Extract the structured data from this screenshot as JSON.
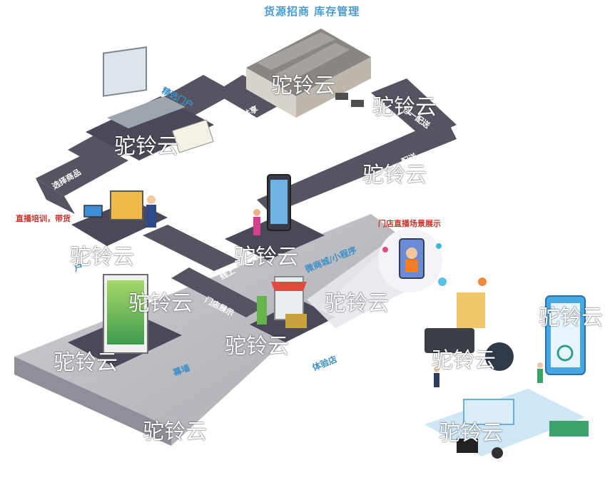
{
  "diagram": {
    "title": "货源招商 库存管理",
    "labels": {
      "portal": "精选门户",
      "supply_share": "货源共享",
      "warehouse_ship": "仓一配送",
      "delivery": "配送",
      "choose_goods": "选择商品",
      "live_training": "直播培训，带货",
      "online": "线上",
      "live_scene": "门店直播场景展示",
      "mall_miniapp": "微商城/小程序",
      "store_display": "门店展示",
      "experience_store": "体验店",
      "user": "户",
      "curtain_wall": "幕墙"
    },
    "watermark": "驼铃云"
  }
}
